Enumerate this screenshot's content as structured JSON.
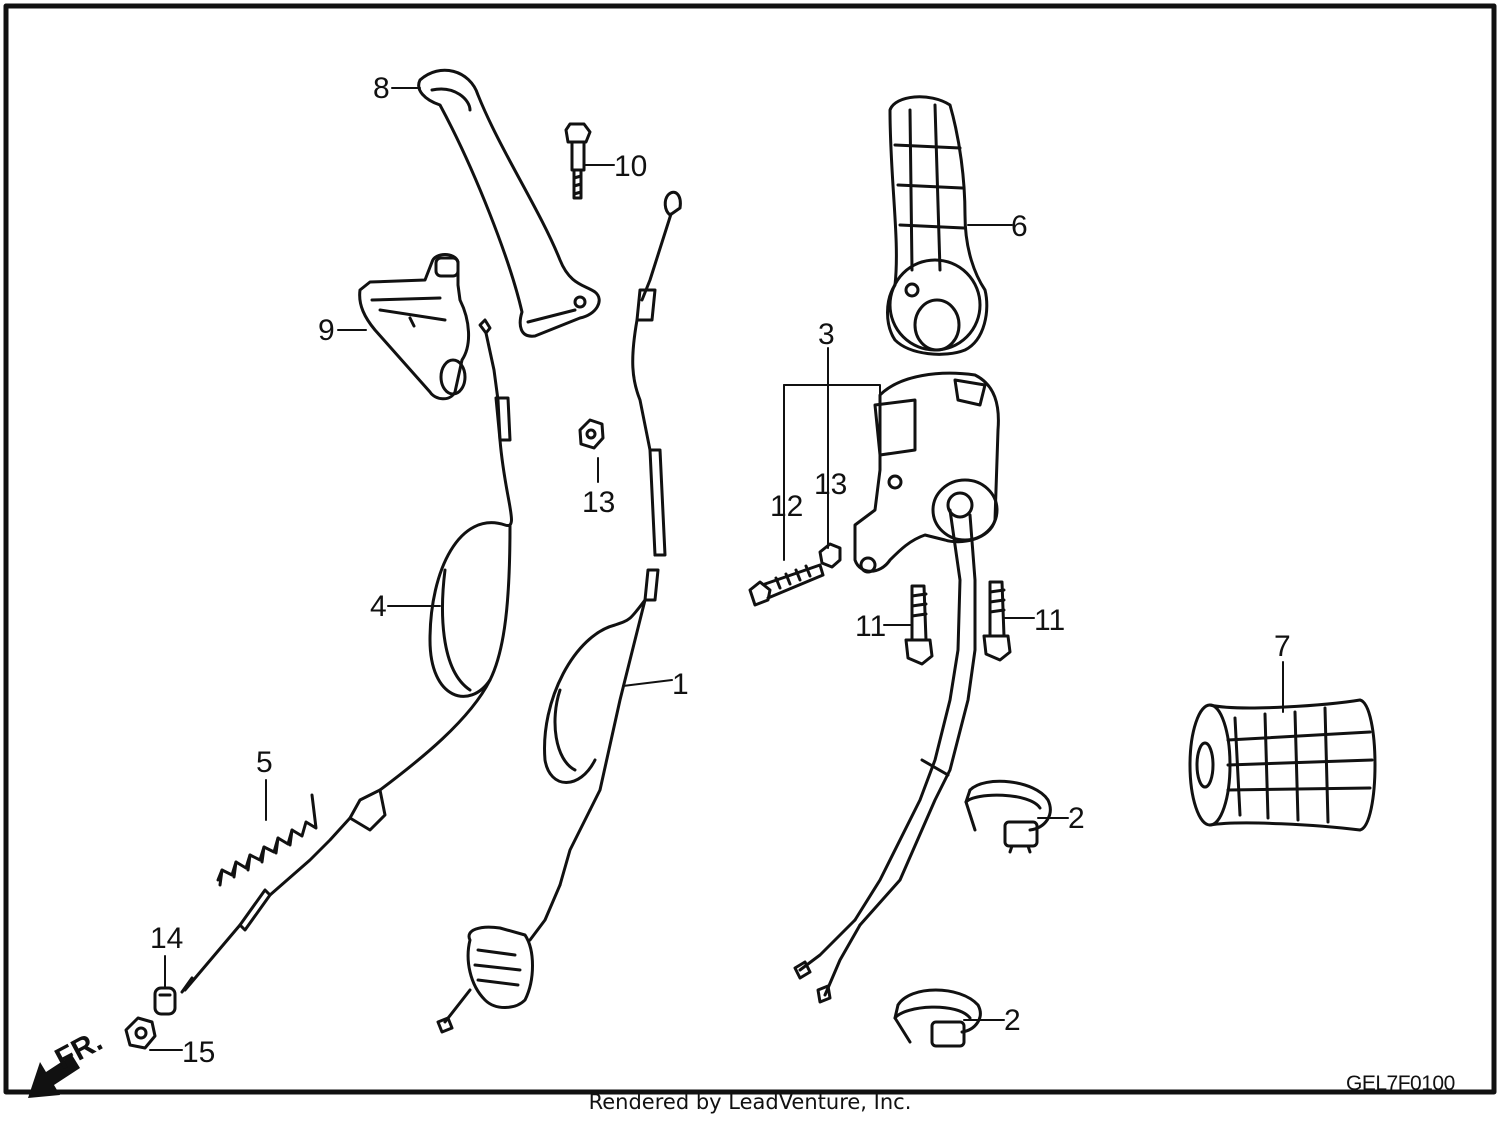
{
  "diagram": {
    "callouts": [
      {
        "id": "c1",
        "text": "1"
      },
      {
        "id": "c2a",
        "text": "2"
      },
      {
        "id": "c2b",
        "text": "2"
      },
      {
        "id": "c3",
        "text": "3"
      },
      {
        "id": "c4",
        "text": "4"
      },
      {
        "id": "c5",
        "text": "5"
      },
      {
        "id": "c6",
        "text": "6"
      },
      {
        "id": "c7",
        "text": "7"
      },
      {
        "id": "c8",
        "text": "8"
      },
      {
        "id": "c9",
        "text": "9"
      },
      {
        "id": "c10",
        "text": "10"
      },
      {
        "id": "c11a",
        "text": "11"
      },
      {
        "id": "c11b",
        "text": "11"
      },
      {
        "id": "c12",
        "text": "12"
      },
      {
        "id": "c13a",
        "text": "13"
      },
      {
        "id": "c13b",
        "text": "13"
      },
      {
        "id": "c14",
        "text": "14"
      },
      {
        "id": "c15",
        "text": "15"
      }
    ],
    "front_marker": "FR.",
    "diagram_code": "GEL7F0100",
    "credit": "Rendered by LeadVenture, Inc."
  }
}
